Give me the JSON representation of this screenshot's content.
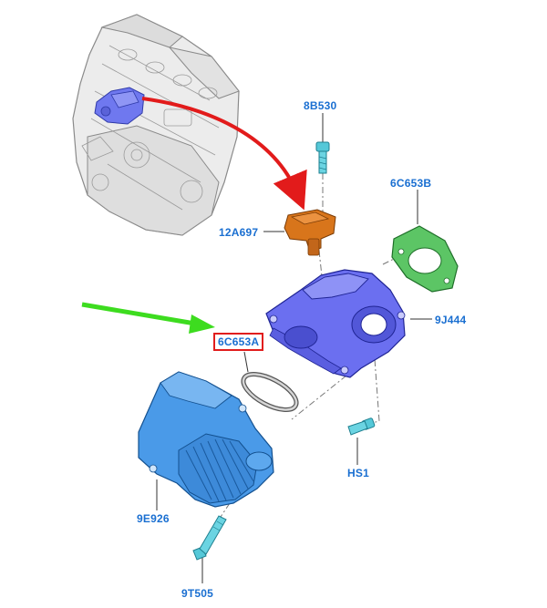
{
  "labels": {
    "p8b530": "8B530",
    "p6c653b": "6C653B",
    "p12a697": "12A697",
    "p9j444": "9J444",
    "p6c653a": "6C653A",
    "hs1": "HS1",
    "p9e926": "9E926",
    "p9t505": "9T505"
  },
  "colors": {
    "label_text": "#1a6fd1",
    "highlight_box": "#e11d1d",
    "red_arrow": "#e21b1b",
    "green_arrow": "#3ddc1f",
    "housing_blue": "#6b6ff0",
    "throttle_blue": "#4a9ae8",
    "sensor_orange": "#d8751b",
    "gasket_green": "#4dbb55",
    "bolt_teal": "#55c8d8",
    "engine_grey": "#c9c9c9"
  }
}
